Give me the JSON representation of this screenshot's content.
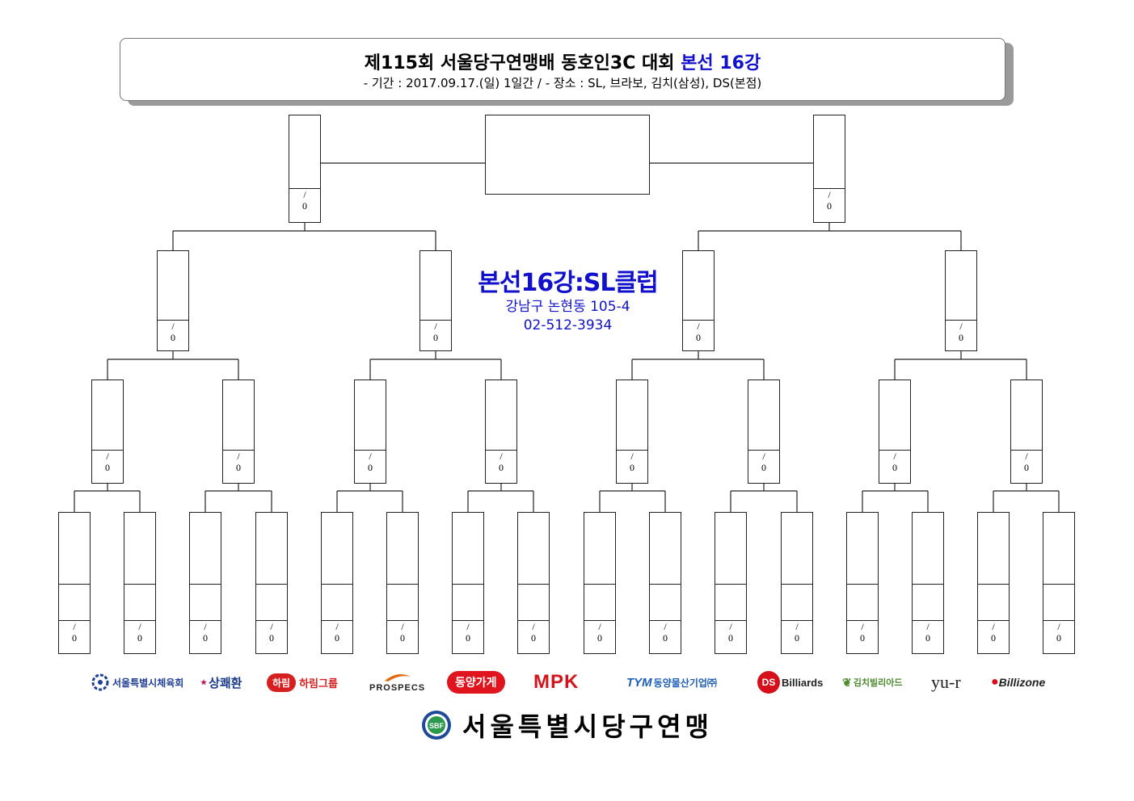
{
  "header": {
    "title_main": "제115회 서울당구연맹배 동호인3C 대회",
    "title_highlight": "본선 16강",
    "subtitle": "- 기간 : 2017.09.17.(일) 1일간 / - 장소 : SL, 브라보, 김치(삼성), DS(본점)"
  },
  "score_label": {
    "top": "/",
    "bottom": "0"
  },
  "venue": {
    "title": "본선16강:SL클럽",
    "address": "강남구 논현동 105-4",
    "phone": "02-512-3934"
  },
  "sponsors": [
    {
      "name": "서울특별시체육회",
      "icon": "sports-council-emblem-icon",
      "color": "#1f3f95"
    },
    {
      "name": "상쾌환",
      "icon": "sangkwaehwan-logo-icon",
      "color": "#1a3a8a"
    },
    {
      "name": "하림그룹",
      "icon": "harim-logo-icon",
      "color": "#d6201f"
    },
    {
      "name": "PROSPECS",
      "icon": "prospecs-swoosh-icon",
      "color": "#e06a10"
    },
    {
      "name": "동양가게",
      "icon": "dongyang-oval-logo",
      "color": "#e0141c"
    },
    {
      "name": "MPK",
      "icon": "mpk-group-logo",
      "color": "#d4141c"
    },
    {
      "name": "동양물산기업㈜",
      "icon": "tym-logo-icon",
      "color": "#1f5fb5"
    },
    {
      "name": "Billiards",
      "icon": "ds-circle-logo",
      "color": "#d6101a"
    },
    {
      "name": "김치빌리아드",
      "icon": "kimchi-leaf-icon",
      "color": "#4a8a2a"
    },
    {
      "name": "yu-r",
      "icon": "yur-logo",
      "color": "#222222"
    },
    {
      "name": "Billizone",
      "icon": "billizone-logo",
      "color": "#222222"
    }
  ],
  "footer": {
    "org_name": "서울특별시당구연맹",
    "emblem": "sbf-emblem-icon",
    "emblem_text": "SBF"
  },
  "colors": {
    "accent": "#1111cc"
  }
}
